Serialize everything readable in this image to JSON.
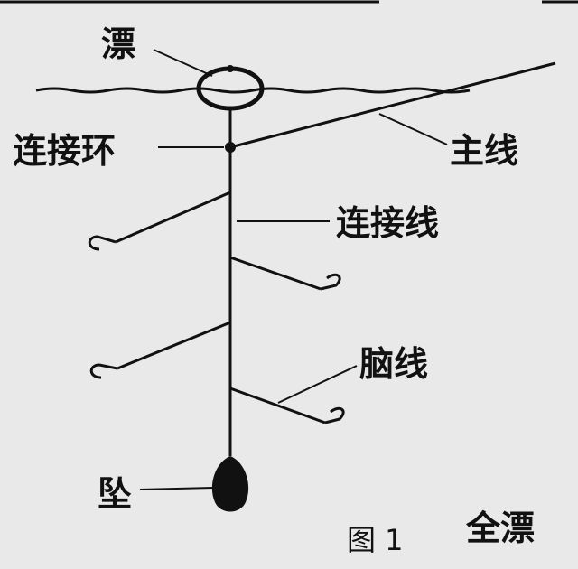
{
  "labels": {
    "float": "漂",
    "connector_ring": "连接环",
    "main_line": "主线",
    "connecting_line": "连接线",
    "branch_line": "脑线",
    "sinker": "坠",
    "figure_number": "图 1",
    "figure_title": "全漂"
  },
  "colors": {
    "background": "#e9e9e9",
    "ink": "#111111"
  }
}
